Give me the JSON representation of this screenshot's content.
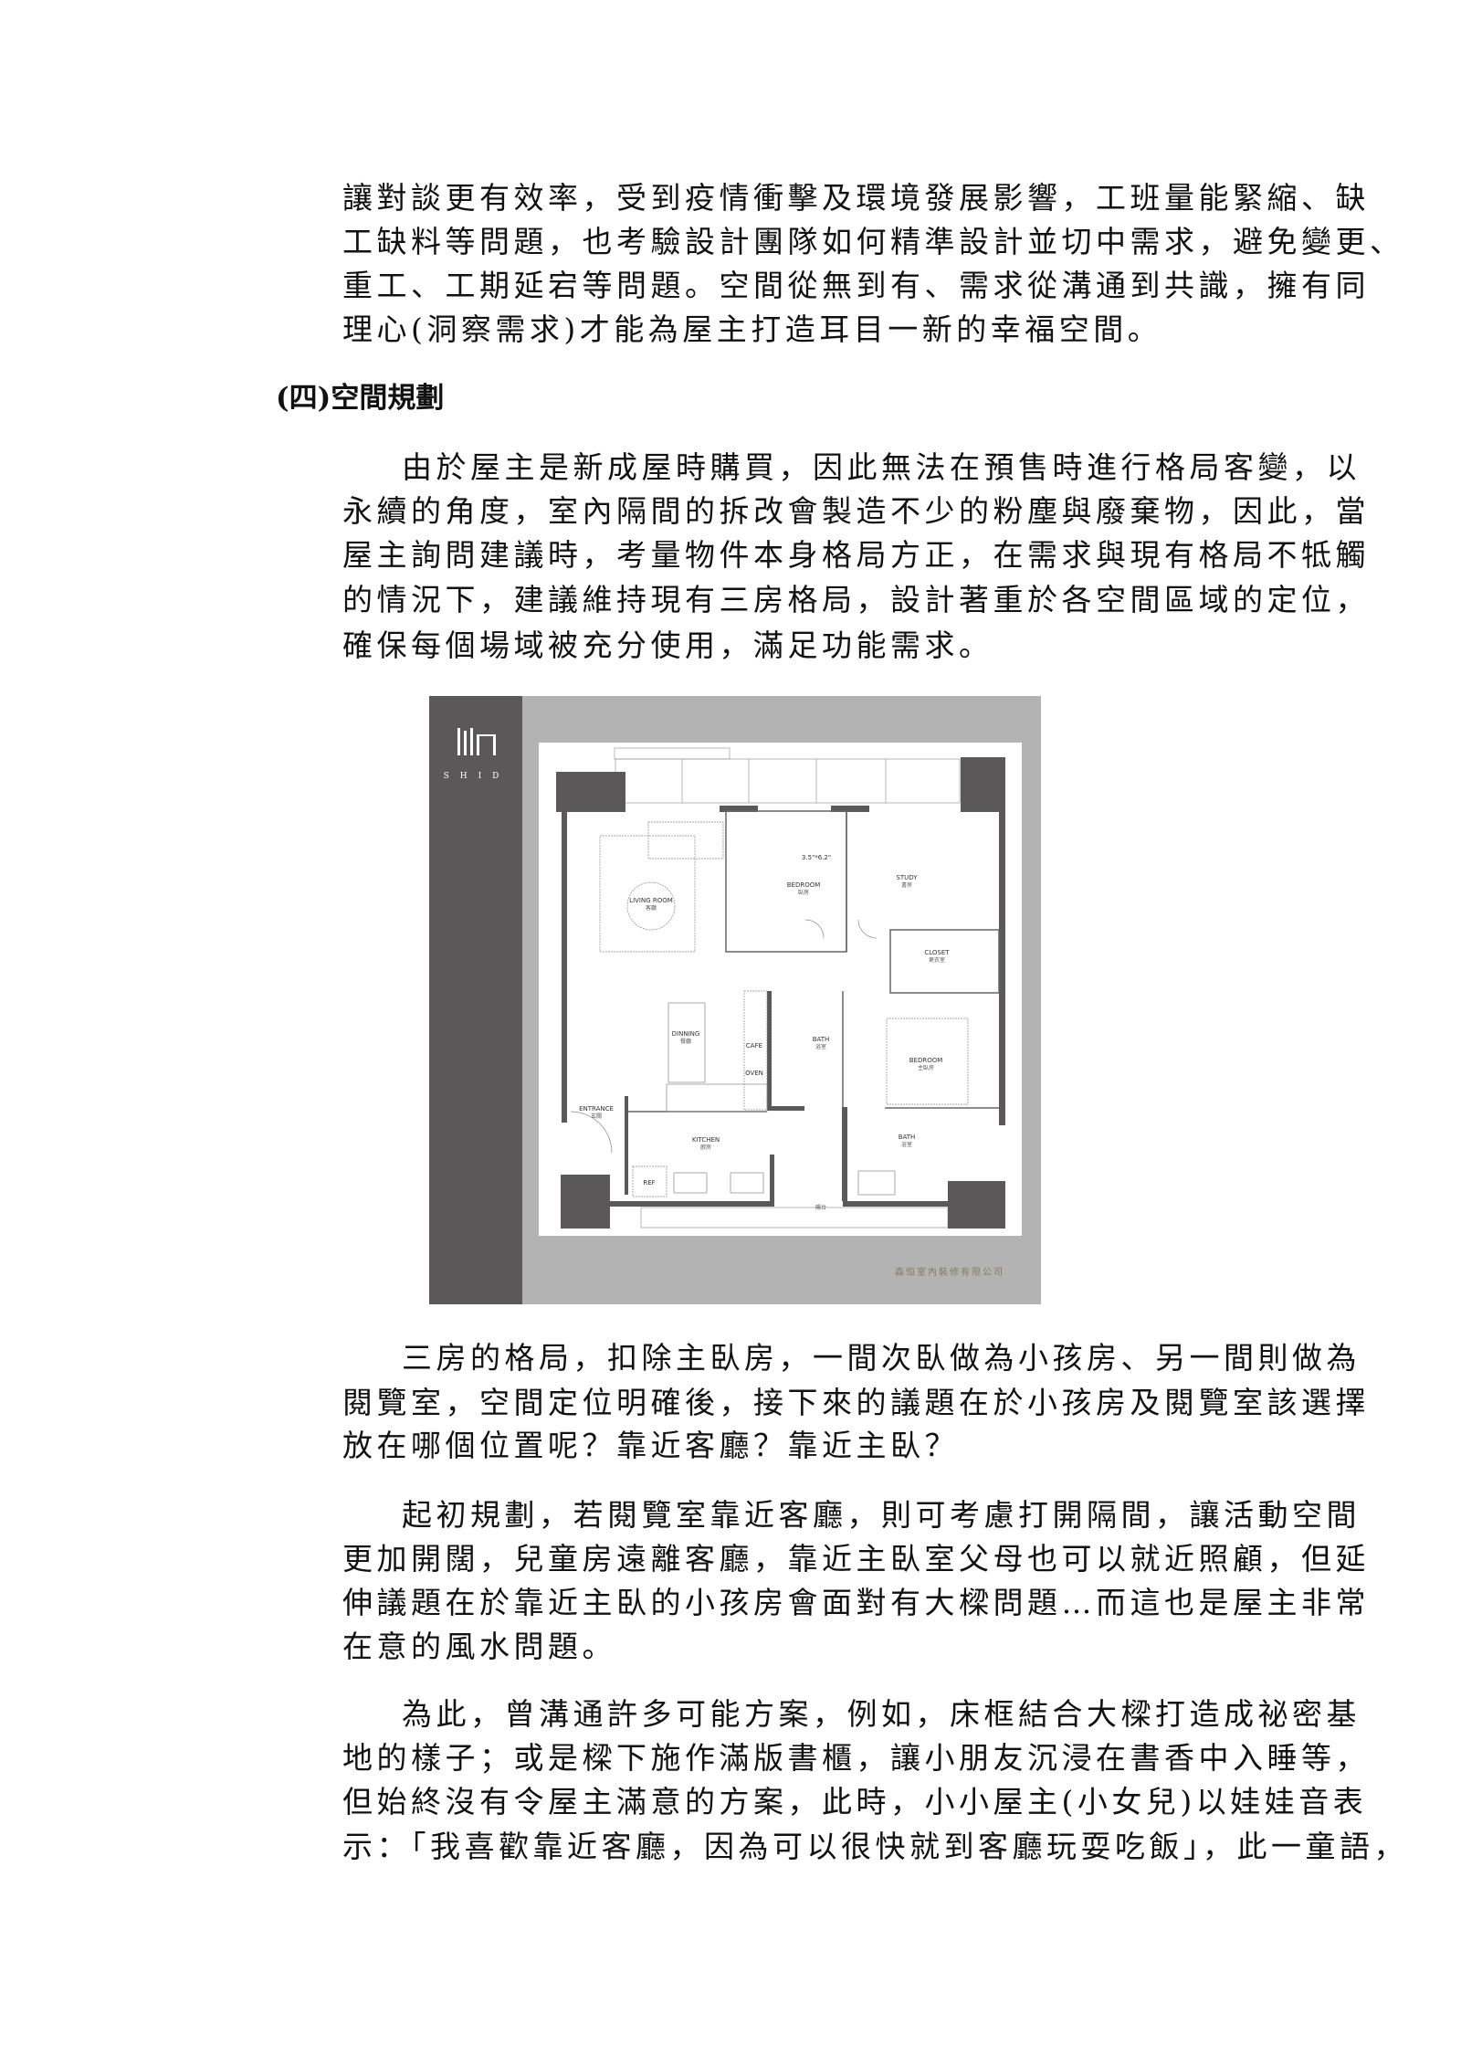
{
  "paragraph_intro": {
    "lines": [
      "讓對談更有效率，受到疫情衝擊及環境發展影響，工班量能緊縮、缺",
      "工缺料等問題，也考驗設計團隊如何精準設計並切中需求，避免變更、",
      "重工、工期延宕等問題。空間從無到有、需求從溝通到共識，擁有同",
      "理心(洞察需求)才能為屋主打造耳目一新的幸福空間。"
    ]
  },
  "section_heading": "(四)空間規劃",
  "paragraph_1": {
    "lines": [
      "由於屋主是新成屋時購買，因此無法在預售時進行格局客變，以",
      "永續的角度，室內隔間的拆改會製造不少的粉塵與廢棄物，因此，當",
      "屋主詢問建議時，考量物件本身格局方正，在需求與現有格局不牴觸",
      "的情況下，建議維持現有三房格局，設計著重於各空間區域的定位，",
      "確保每個場域被充分使用，滿足功能需求。"
    ]
  },
  "floor_plan": {
    "logo_text": "SHID",
    "company": "森恒室內裝修有限公司",
    "dimension": "3.5\"*6.2\"",
    "rooms": {
      "living_en": "LIVING ROOM",
      "living_zh": "客廳",
      "bedroom_en": "BEDROOM",
      "bedroom_zh": "臥房",
      "study_en": "STUDY",
      "study_zh": "書房",
      "closet_en": "CLOSET",
      "closet_zh": "更衣室",
      "dining_en": "DINNING",
      "dining_zh": "餐廳",
      "cafe": "CAFE",
      "oven": "OVEN",
      "bath_en": "BATH",
      "bath_zh": "浴室",
      "master_en": "BEDROOM",
      "master_zh": "主臥房",
      "entrance_en": "ENTRANCE",
      "entrance_zh": "玄關",
      "kitchen_en": "KITCHEN",
      "kitchen_zh": "廚房",
      "bath2_en": "BATH",
      "bath2_zh": "浴室",
      "ref": "REF",
      "balcony_zh": "陽台"
    }
  },
  "paragraph_2": {
    "lines": [
      "三房的格局，扣除主臥房，一間次臥做為小孩房、另一間則做為",
      "閱覽室，空間定位明確後，接下來的議題在於小孩房及閱覽室該選擇",
      "放在哪個位置呢？靠近客廳？靠近主臥？"
    ]
  },
  "paragraph_3": {
    "lines": [
      "起初規劃，若閱覽室靠近客廳，則可考慮打開隔間，讓活動空間",
      "更加開闊，兒童房遠離客廳，靠近主臥室父母也可以就近照顧，但延",
      "伸議題在於靠近主臥的小孩房會面對有大樑問題…而這也是屋主非常",
      "在意的風水問題。"
    ]
  },
  "paragraph_4": {
    "lines": [
      "為此，曾溝通許多可能方案，例如，床框結合大樑打造成祕密基",
      "地的樣子；或是樑下施作滿版書櫃，讓小朋友沉浸在書香中入睡等，",
      "但始終沒有令屋主滿意的方案，此時，小小屋主(小女兒)以娃娃音表",
      "示：「我喜歡靠近客廳，因為可以很快就到客廳玩耍吃飯」，此一童語，"
    ]
  }
}
